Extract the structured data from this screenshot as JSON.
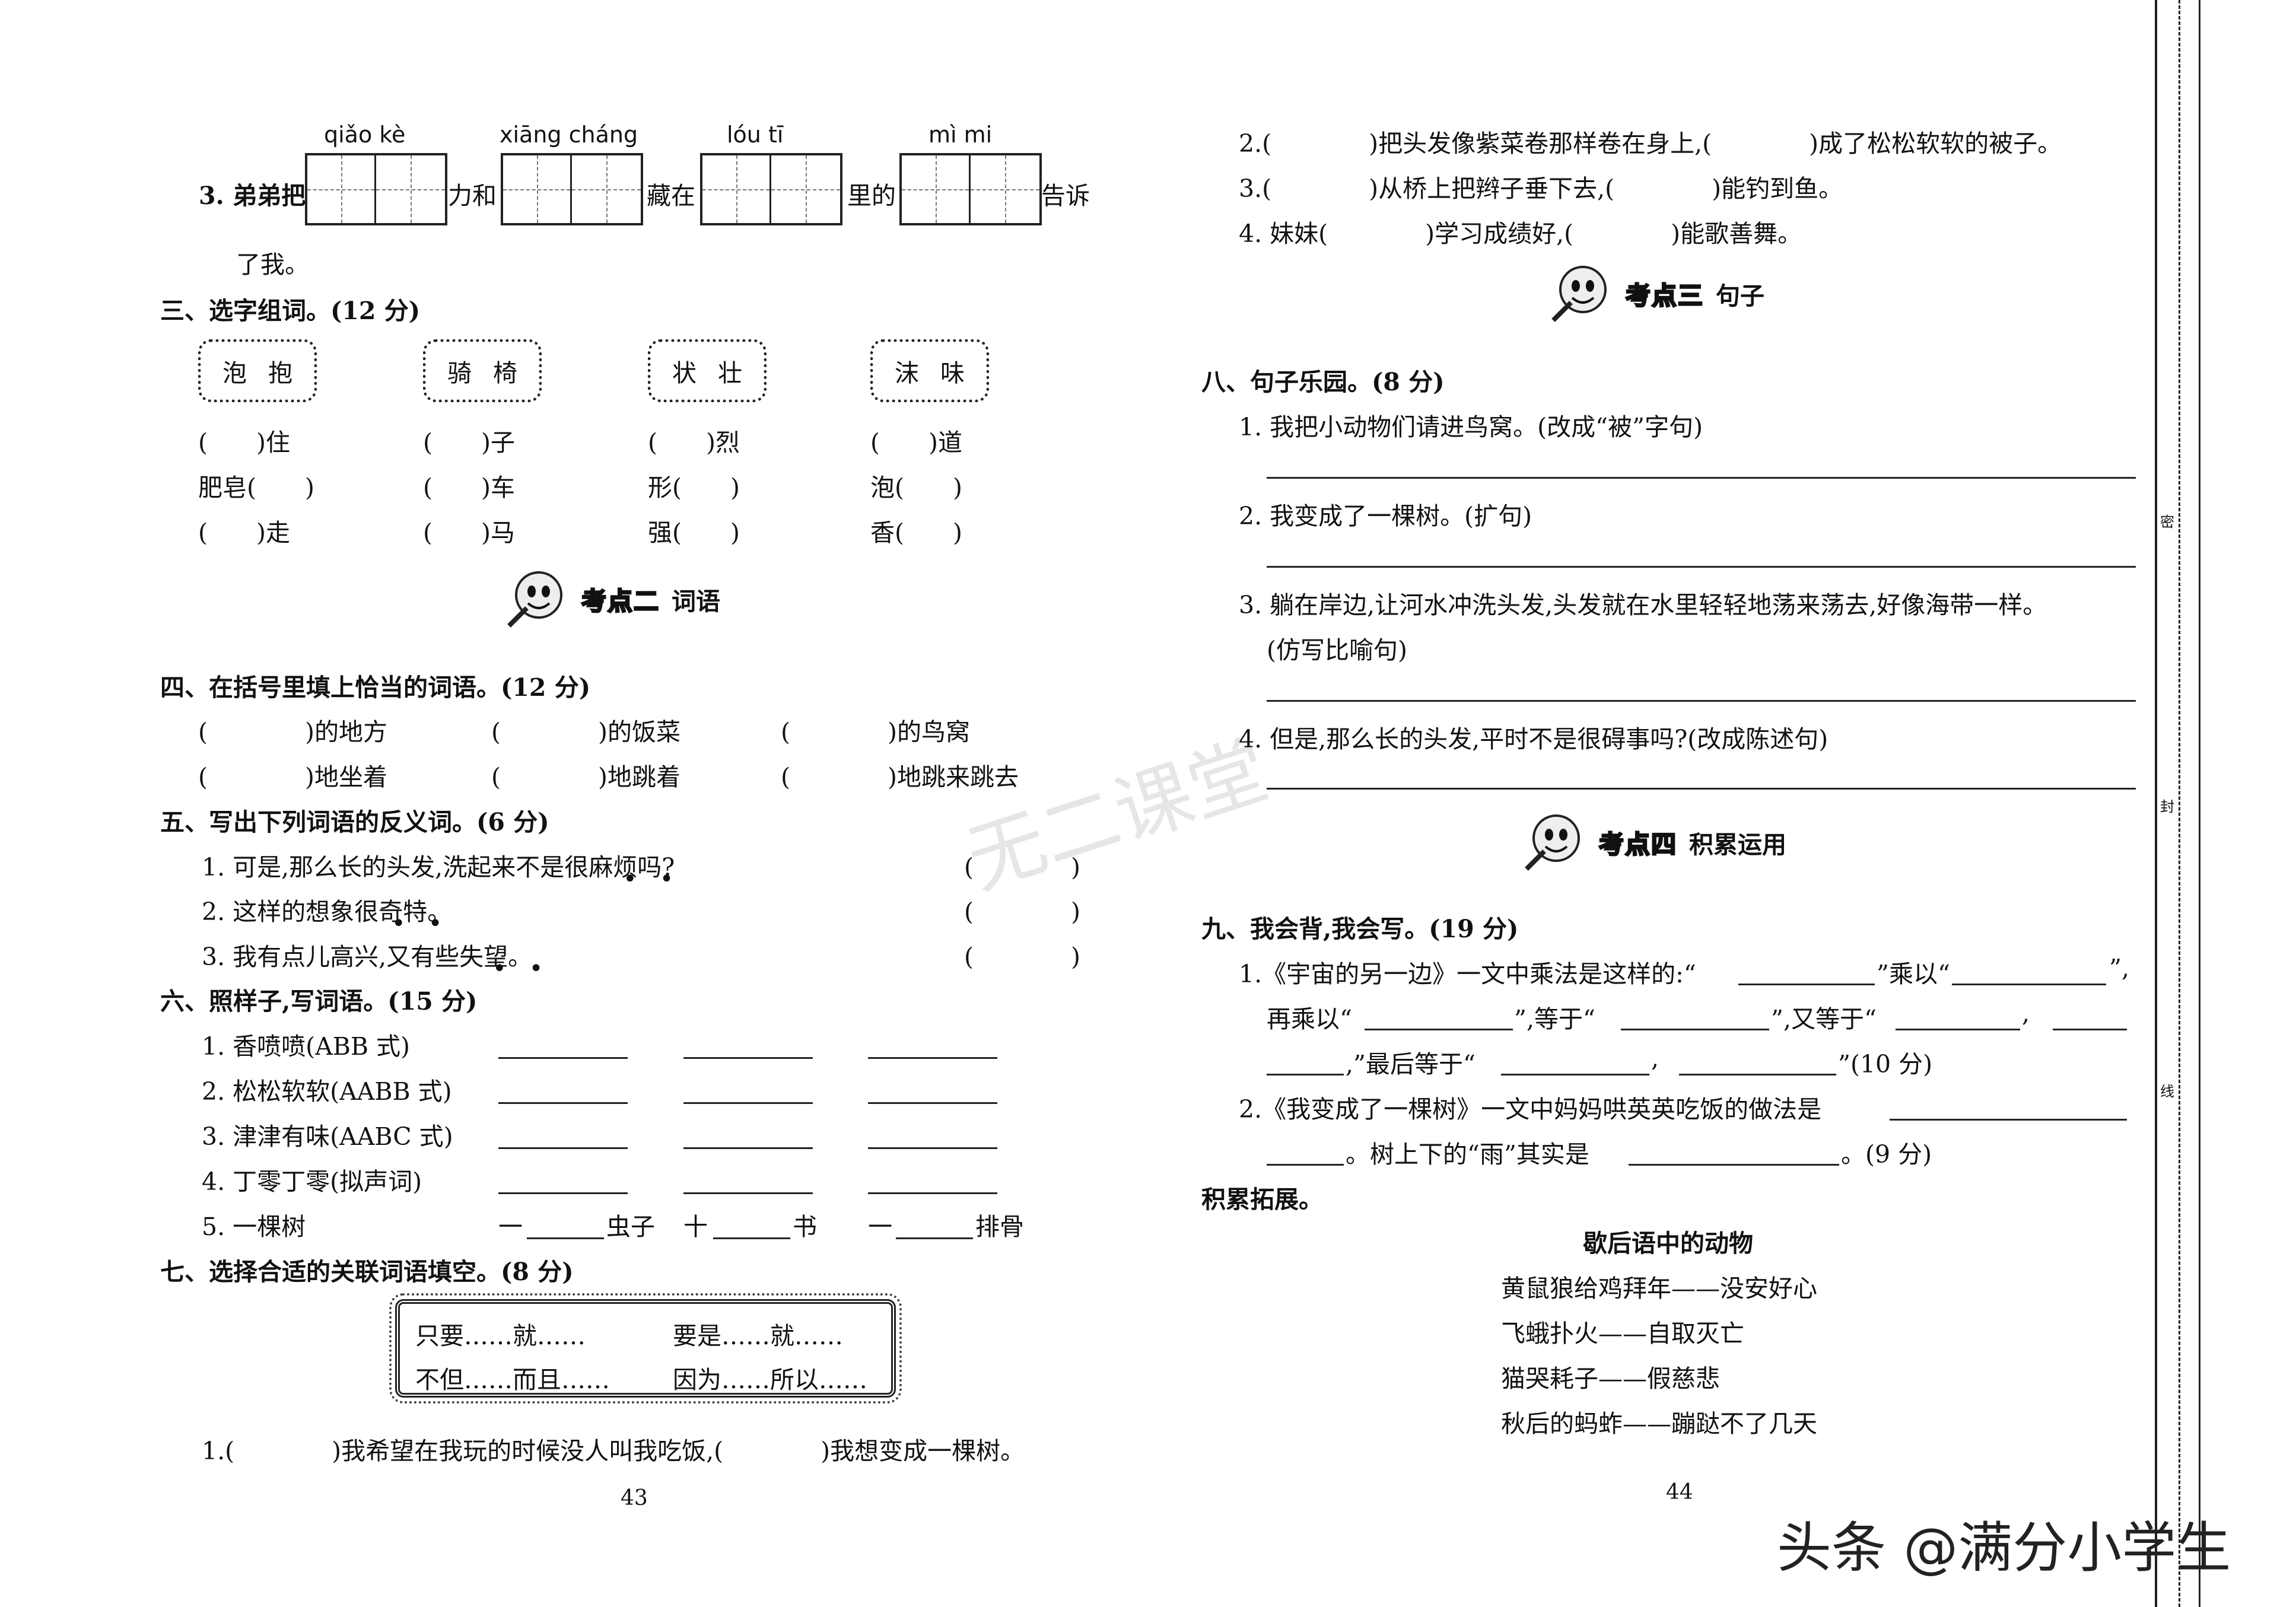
{
  "watermark": "无二课堂",
  "left": {
    "q3_line1": {
      "prefix": "3. 弟弟把",
      "py1": "qiǎo  kè",
      "mid1": "力和",
      "py2": "xiāng cháng",
      "mid2": "藏在",
      "py3": "lóu    tī",
      "mid3": "里的",
      "py4": "mì    mi",
      "suffix": "告诉"
    },
    "q3_line2": "了我。",
    "s3_title": "三、选字组词。(12 分)",
    "pairs": [
      {
        "a": "泡",
        "b": "抱"
      },
      {
        "a": "骑",
        "b": "椅"
      },
      {
        "a": "状",
        "b": "壮"
      },
      {
        "a": "沫",
        "b": "味"
      }
    ],
    "s3_rows": [
      [
        "(　　)住",
        "(　　)子",
        "(　　)烈",
        "(　　)道"
      ],
      [
        "肥皂(　　)",
        "(　　)车",
        "形(　　)",
        "泡(　　)"
      ],
      [
        "(　　)走",
        "(　　)马",
        "强(　　)",
        "香(　　)"
      ]
    ],
    "kaodian2_badge": "考点二",
    "kaodian2_title": "词语",
    "s4_title": "四、在括号里填上恰当的词语。(12 分)",
    "s4_rows": [
      [
        "(　　　　)的地方",
        "(　　　　)的饭菜",
        "(　　　　)的鸟窝"
      ],
      [
        "(　　　　)地坐着",
        "(　　　　)地跳着",
        "(　　　　)地跳来跳去"
      ]
    ],
    "s5_title": "五、写出下列词语的反义词。(6 分)",
    "s5_items": [
      {
        "text": "1. 可是,那么长的头发,洗起来不是很麻烦吗?",
        "blank": "(　　　　)"
      },
      {
        "text": "2. 这样的想象很奇特。",
        "blank": "(　　　　)"
      },
      {
        "text": "3. 我有点儿高兴,又有些失望。",
        "blank": "(　　　　)"
      }
    ],
    "s6_title": "六、照样子,写词语。(15 分)",
    "s6_items": [
      "1. 香喷喷(ABB 式)",
      "2. 松松软软(AABB 式)",
      "3. 津津有味(AABC 式)",
      "4. 丁零丁零(拟声词)",
      "5. 一棵树"
    ],
    "s6_measure": [
      "一",
      "虫子",
      "十",
      "书",
      "一",
      "排骨"
    ],
    "s7_title": "七、选择合适的关联词语填空。(8 分)",
    "s7_box": [
      "只要……就……",
      "要是……就……",
      "不但……而且……",
      "因为……所以……"
    ],
    "s7_q1": "1.(　　　　)我希望在我玩的时候没人叫我吃饭,(　　　　)我想变成一棵树。",
    "page_number": "43"
  },
  "right": {
    "s7_q2": "2.(　　　　)把头发像紫菜卷那样卷在身上,(　　　　)成了松松软软的被子。",
    "s7_q3": "3.(　　　　)从桥上把辫子垂下去,(　　　　)能钓到鱼。",
    "s7_q4": "4. 妹妹(　　　　)学习成绩好,(　　　　)能歌善舞。",
    "kaodian3_badge": "考点三",
    "kaodian3_title": "句子",
    "s8_title": "八、句子乐园。(8 分)",
    "s8_q1": "1. 我把小动物们请进鸟窝。(改成“被”字句)",
    "s8_q2": "2. 我变成了一棵树。(扩句)",
    "s8_q3": "3. 躺在岸边,让河水冲洗头发,头发就在水里轻轻地荡来荡去,好像海带一样。",
    "s8_q3b": "(仿写比喻句)",
    "s8_q4": "4. 但是,那么长的头发,平时不是很碍事吗?(改成陈述句)",
    "kaodian4_badge": "考点四",
    "kaodian4_title": "积累运用",
    "s9_title": "九、我会背,我会写。(19 分)",
    "s9_q1_a": "1.《宇宙的另一边》一文中乘法是这样的:“",
    "s9_q1_b": "”乘以“",
    "s9_q1_c": "”,",
    "s9_q1_d": "再乘以“",
    "s9_q1_e": "”,等于“",
    "s9_q1_f": "”,又等于“",
    "s9_q1_g": ",",
    "s9_q1_h": ",”最后等于“",
    "s9_q1_i": ",",
    "s9_q1_j": "”(10 分)",
    "s9_q2_a": "2.《我变成了一棵树》一文中妈妈哄英英吃饭的做法是",
    "s9_q2_b": "。树上下的“雨”其实是",
    "s9_q2_c": "。(9 分)",
    "ext_title": "积累拓展。",
    "idiom_title": "歇后语中的动物",
    "idioms": [
      "黄鼠狼给鸡拜年——没安好心",
      "飞蛾扑火——自取灭亡",
      "猫哭耗子——假慈悲",
      "秋后的蚂蚱——蹦跶不了几天"
    ],
    "page_number": "44"
  },
  "side_marks": [
    "密",
    "封",
    "线"
  ],
  "footer": "头条 @满分小学生"
}
